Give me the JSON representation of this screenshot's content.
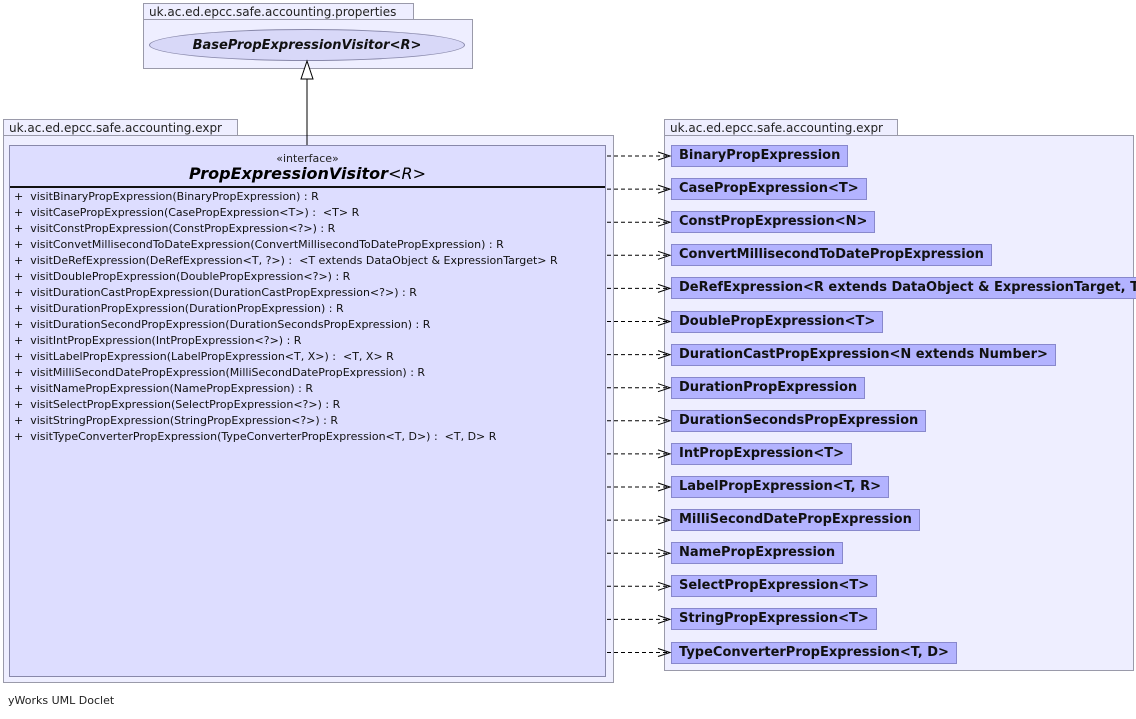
{
  "packages": {
    "top": "uk.ac.ed.epcc.safe.accounting.properties",
    "left": "uk.ac.ed.epcc.safe.accounting.expr",
    "right": "uk.ac.ed.epcc.safe.accounting.expr"
  },
  "base_interface": "BasePropExpressionVisitor<R>",
  "interface": {
    "stereotype": "«interface»",
    "name": "PropExpressionVisitor",
    "type_param": "<R>",
    "methods": [
      "+  visitBinaryPropExpression(BinaryPropExpression) : R",
      "+  visitCasePropExpression(CasePropExpression<T>) :  <T> R",
      "+  visitConstPropExpression(ConstPropExpression<?>) : R",
      "+  visitConvetMillisecondToDateExpression(ConvertMillisecondToDatePropExpression) : R",
      "+  visitDeRefExpression(DeRefExpression<T, ?>) :  <T extends DataObject & ExpressionTarget> R",
      "+  visitDoublePropExpression(DoublePropExpression<?>) : R",
      "+  visitDurationCastPropExpression(DurationCastPropExpression<?>) : R",
      "+  visitDurationPropExpression(DurationPropExpression) : R",
      "+  visitDurationSecondPropExpression(DurationSecondsPropExpression) : R",
      "+  visitIntPropExpression(IntPropExpression<?>) : R",
      "+  visitLabelPropExpression(LabelPropExpression<T, X>) :  <T, X> R",
      "+  visitMilliSecondDatePropExpression(MilliSecondDatePropExpression) : R",
      "+  visitNamePropExpression(NamePropExpression) : R",
      "+  visitSelectPropExpression(SelectPropExpression<?>) : R",
      "+  visitStringPropExpression(StringPropExpression<?>) : R",
      "+  visitTypeConverterPropExpression(TypeConverterPropExpression<T, D>) :  <T, D> R"
    ]
  },
  "dependencies": [
    "BinaryPropExpression",
    "CasePropExpression<T>",
    "ConstPropExpression<N>",
    "ConvertMillisecondToDatePropExpression",
    "DeRefExpression<R extends DataObject & ExpressionTarget, T>",
    "DoublePropExpression<T>",
    "DurationCastPropExpression<N extends Number>",
    "DurationPropExpression",
    "DurationSecondsPropExpression",
    "IntPropExpression<T>",
    "LabelPropExpression<T, R>",
    "MilliSecondDatePropExpression",
    "NamePropExpression",
    "SelectPropExpression<T>",
    "StringPropExpression<T>",
    "TypeConverterPropExpression<T, D>"
  ],
  "footer": "yWorks UML Doclet"
}
